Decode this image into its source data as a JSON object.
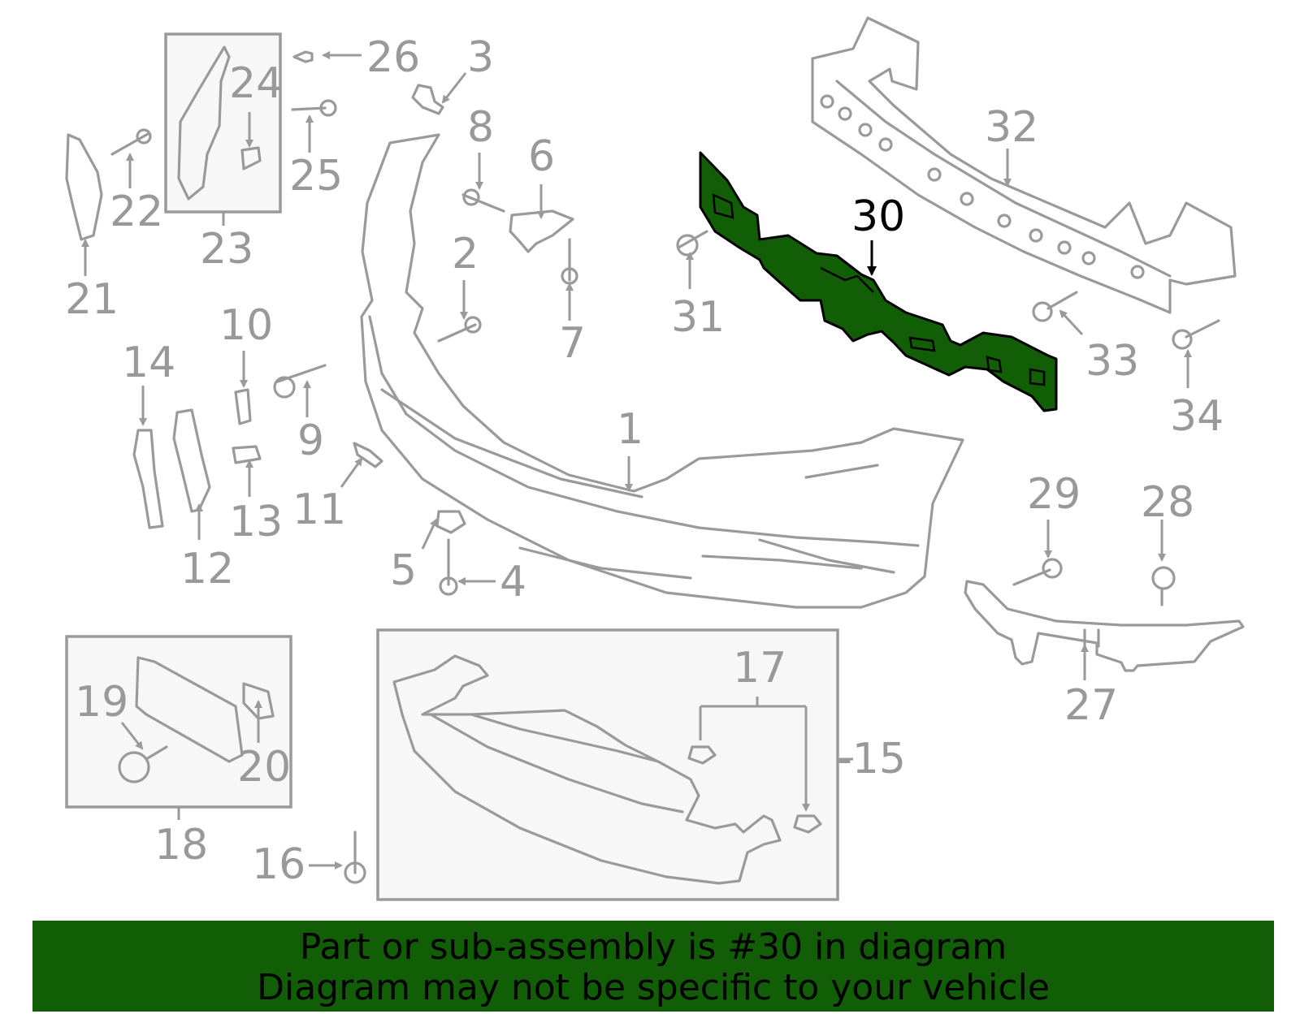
{
  "highlight_color": "#115e06",
  "part_color": "#9a9a9a",
  "callouts": [
    {
      "id": "c1",
      "text": "1"
    },
    {
      "id": "c2",
      "text": "2"
    },
    {
      "id": "c3",
      "text": "3"
    },
    {
      "id": "c4",
      "text": "4"
    },
    {
      "id": "c5",
      "text": "5"
    },
    {
      "id": "c6",
      "text": "6"
    },
    {
      "id": "c7",
      "text": "7"
    },
    {
      "id": "c8",
      "text": "8"
    },
    {
      "id": "c9",
      "text": "9"
    },
    {
      "id": "c10",
      "text": "10"
    },
    {
      "id": "c11",
      "text": "11"
    },
    {
      "id": "c12",
      "text": "12"
    },
    {
      "id": "c13",
      "text": "13"
    },
    {
      "id": "c14",
      "text": "14"
    },
    {
      "id": "c15",
      "text": "-15"
    },
    {
      "id": "c16",
      "text": "16"
    },
    {
      "id": "c17",
      "text": "17"
    },
    {
      "id": "c18",
      "text": "18"
    },
    {
      "id": "c19",
      "text": "19"
    },
    {
      "id": "c20",
      "text": "20"
    },
    {
      "id": "c21",
      "text": "21"
    },
    {
      "id": "c22",
      "text": "22"
    },
    {
      "id": "c23",
      "text": "23"
    },
    {
      "id": "c24",
      "text": "24"
    },
    {
      "id": "c25",
      "text": "25"
    },
    {
      "id": "c26",
      "text": "26"
    },
    {
      "id": "c27",
      "text": "27"
    },
    {
      "id": "c28",
      "text": "28"
    },
    {
      "id": "c29",
      "text": "29"
    },
    {
      "id": "c30",
      "text": "30"
    },
    {
      "id": "c31",
      "text": "31"
    },
    {
      "id": "c32",
      "text": "32"
    },
    {
      "id": "c33",
      "text": "33"
    },
    {
      "id": "c34",
      "text": "34"
    }
  ],
  "banner": {
    "line1": "Part or sub-assembly is #30 in diagram",
    "line2": "Diagram may not be specific to your vehicle"
  }
}
